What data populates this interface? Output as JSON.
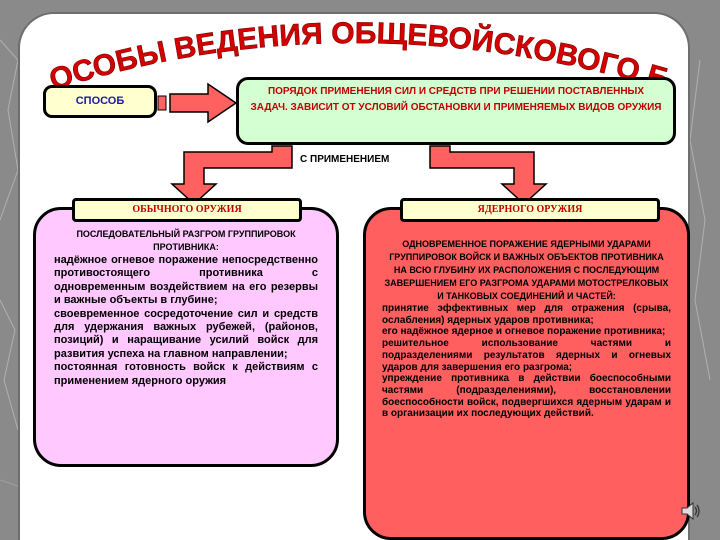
{
  "title": "СПОСОБЫ ВЕДЕНИЯ ОБЩЕВОЙСКОВОГО БОЯ",
  "method_label": "СПОСОБ",
  "order_text": "ПОРЯДОК ПРИМЕНЕНИЯ СИЛ И СРЕДСТВ ПРИ РЕШЕНИИ ПОСТАВЛЕННЫХ ЗАДАЧ. ЗАВИСИТ ОТ УСЛОВИЙ ОБСТАНОВКИ И ПРИМЕНЯЕМЫХ ВИДОВ ОРУЖИЯ",
  "with_use": "С   ПРИМЕНЕНИЕМ",
  "left": {
    "tab": "ОБЫЧНОГО ОРУЖИЯ",
    "heading": "ПОСЛЕДОВАТЕЛЬНЫЙ РАЗГРОМ ГРУППИРОВОК ПРОТИВНИКА:",
    "body": "надёжное огневое поражение непосредственно противостоящего противника с одновременным воздействием на его резервы и важные объекты в глубине;\n      своевременное сосредоточение сил и средств для удержания важных рубежей, (районов, позиций) и наращивание усилий войск для развития успеха на главном направлении;\n      постоянная готовность войск к действиям с применением ядерного оружия"
  },
  "right": {
    "tab": "ЯДЕРНОГО ОРУЖИЯ",
    "heading": "ОДНОВРЕМЕННОЕ ПОРАЖЕНИЕ ЯДЕРНЫМИ УДАРАМИ ГРУППИРОВОК ВОЙСК И ВАЖНЫХ ОБЪЕКТОВ ПРОТИВНИКА НА ВСЮ ГЛУБИНУ ИХ РАСПОЛОЖЕНИЯ С ПОСЛЕДУЮЩИМ ЗАВЕРШЕНИЕМ ЕГО РАЗГРОМА УДАРАМИ МОТОСТРЕЛКОВЫХ И ТАНКОВЫХ СОЕДИНЕНИЙ И ЧАСТЕЙ:",
    "body": "      принятие эффективных мер для отражения (срыва, ослабления) ядерных ударов противника;\n      его надёжное ядерное и огневое поражение противника;\n      решительное использование частями и подразделениями результатов ядерных и огневых ударов для завершения его разгрома;\n      упреждение противника в действии боеспособными частями (подразделениями), восстановлении боеспособности войск, подвергшихся ядерным ударам и в организации их последующих действий."
  },
  "colors": {
    "title": "#d40000",
    "arrow_fill": "#ff6060",
    "left_panel": "#ffc8ff",
    "right_panel": "#ff5f5f"
  }
}
